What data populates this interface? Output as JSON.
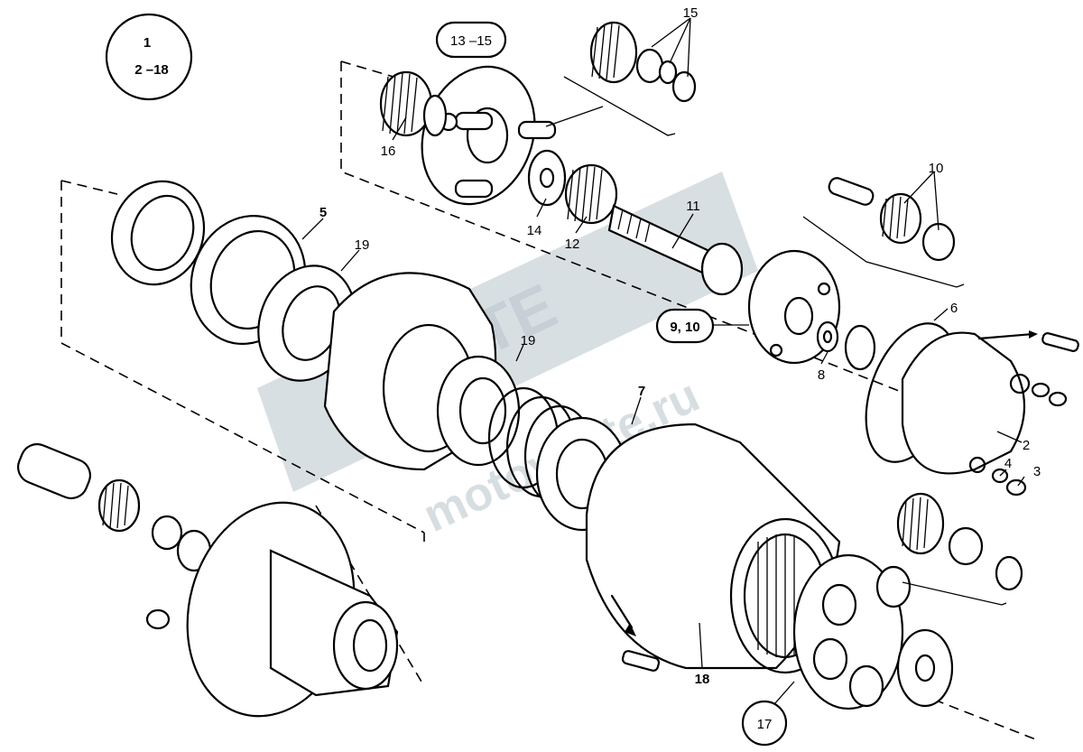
{
  "diagram": {
    "group_badge": {
      "line1": "1",
      "line2": "2  –18"
    },
    "callouts": {
      "c13_15": "13 –15",
      "c9_10": "9, 10",
      "c17": "17"
    },
    "labels": {
      "n15": "15",
      "n16": "16",
      "n14": "14",
      "n12": "12",
      "n11": "11",
      "n10": "10",
      "n5": "5",
      "n19a": "19",
      "n19b": "19",
      "n6": "6",
      "n8": "8",
      "n7": "7",
      "n2": "2",
      "n4": "4",
      "n3": "3",
      "n18": "18"
    },
    "watermark": {
      "line1": "VENTE",
      "line2": "motovente.ru"
    }
  }
}
